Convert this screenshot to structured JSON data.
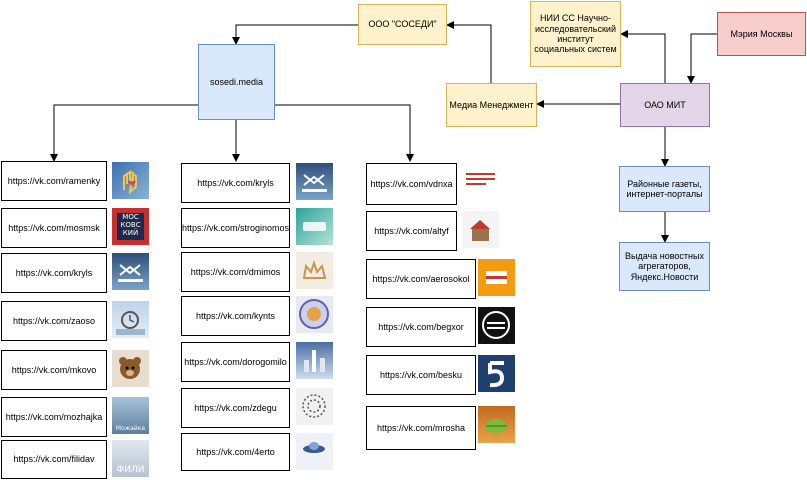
{
  "nodes": {
    "sosedi": "ООО \"СОСЕДИ\"",
    "nii": "НИИ СС Научно-исследовательский институт социальных систем",
    "meria": "Мэрия Москвы",
    "sosedi_media": "sosedi.media",
    "media_management": "Медиа Менеджмент",
    "oao_mit": "ОАО МИТ",
    "district_press": "Районные газеты, интернет-порталы",
    "news_aggregators": "Выдача новостных агрегаторов, Яндекс.Новости"
  },
  "column1": [
    "https://vk.com/ramenky",
    "https://vk.com/mosmsk",
    "https://vk.com/kryls",
    "https://vk.com/zaoso",
    "https://vk.com/mkovo",
    "https://vk.com/mozhajka",
    "https://vk.com/filidav"
  ],
  "column2": [
    "https://vk.com/kryls",
    "https://vk.com/stroginomos",
    "https://vk.com/dmimos",
    "https://vk.com/kynts",
    "https://vk.com/dorogomilo",
    "https://vk.com/zdegu",
    "https://vk.com/4erto"
  ],
  "column3": [
    "https://vk.com/vdnxa",
    "https://vk.com/altyf",
    "https://vk.com/aerosokol",
    "https://vk.com/begxor",
    "https://vk.com/besku",
    "https://vk.com/mrosha"
  ],
  "thumb_text": {
    "mosmsk": "МОС КОВС КИЙ",
    "mozhajka": "Можайка",
    "filidav": "ФИЛИ"
  },
  "colors": {
    "yellow_fill": "#fff2cc",
    "blue_fill": "#dae8fc",
    "purple_fill": "#e1d5e7",
    "red_fill": "#f8cecc",
    "green_fill": "#d5e8d4"
  }
}
